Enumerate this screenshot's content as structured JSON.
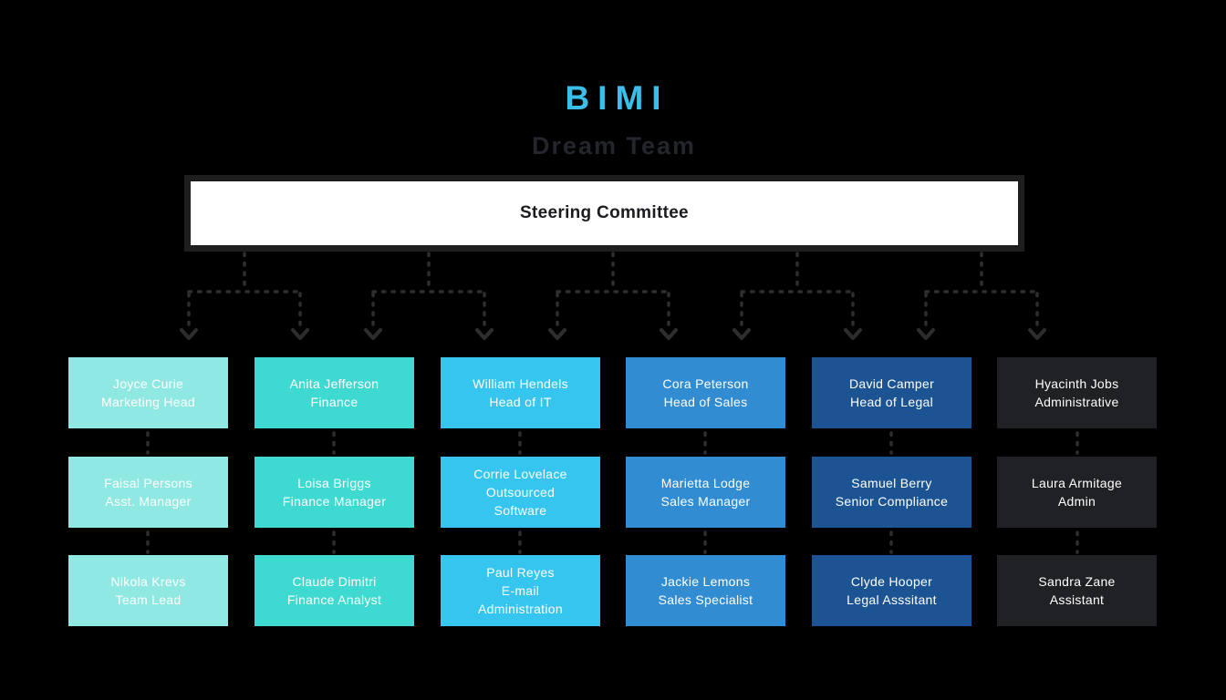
{
  "page": {
    "background": "#000000"
  },
  "header": {
    "title": "BIMI",
    "title_color": "#3bbfea",
    "subtitle": "Dream Team",
    "subtitle_color": "#23262c"
  },
  "root_node": {
    "label": "Steering Committee",
    "fill": "#ffffff",
    "border_color": "#1e1e1e"
  },
  "connector_color": "#2d2e30",
  "columns": [
    {
      "name": "marketing",
      "color": "#8fe8e1",
      "members": [
        {
          "name": "Joyce Curie",
          "role": "Marketing Head"
        },
        {
          "name": "Faisal Persons",
          "role": "Asst. Manager"
        },
        {
          "name": "Nikola Krevs",
          "role": "Team Lead"
        }
      ]
    },
    {
      "name": "finance",
      "color": "#3ed9d1",
      "members": [
        {
          "name": "Anita Jefferson",
          "role": "Finance"
        },
        {
          "name": "Loisa Briggs",
          "role": "Finance Manager"
        },
        {
          "name": "Claude Dimitri",
          "role": "Finance Analyst"
        }
      ]
    },
    {
      "name": "it",
      "color": "#36c5ee",
      "members": [
        {
          "name": "William Hendels",
          "role": "Head of IT"
        },
        {
          "name": "Corrie Lovelace",
          "role": "Outsourced\nSoftware"
        },
        {
          "name": "Paul Reyes",
          "role": "E-mail\nAdministration"
        }
      ]
    },
    {
      "name": "sales",
      "color": "#318cd2",
      "members": [
        {
          "name": "Cora Peterson",
          "role": "Head of Sales"
        },
        {
          "name": "Marietta Lodge",
          "role": "Sales Manager"
        },
        {
          "name": "Jackie Lemons",
          "role": "Sales Specialist"
        }
      ]
    },
    {
      "name": "legal",
      "color": "#1c5493",
      "members": [
        {
          "name": "David Camper",
          "role": "Head of Legal"
        },
        {
          "name": "Samuel Berry",
          "role": "Senior Compliance"
        },
        {
          "name": "Clyde Hooper",
          "role": "Legal Asssitant"
        }
      ]
    },
    {
      "name": "administrative",
      "color": "#202124",
      "members": [
        {
          "name": "Hyacinth Jobs",
          "role": "Administrative"
        },
        {
          "name": "Laura Armitage",
          "role": "Admin"
        },
        {
          "name": "Sandra Zane",
          "role": "Assistant"
        }
      ]
    }
  ]
}
